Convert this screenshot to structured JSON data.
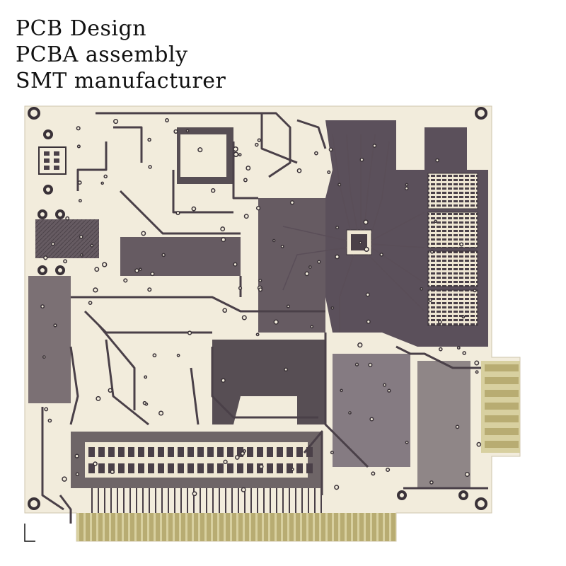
{
  "caption": {
    "line1": "PCB Design",
    "line2": "PCBA assembly",
    "line3": "SMT manufacturer"
  },
  "colors": {
    "substrate": "#f2ecdc",
    "trace": "#4a4048",
    "trace_light": "#8a7c86",
    "gold_contact": "#c9bf8a",
    "gold_edge": "#a89c62",
    "via_ring": "#3a3238",
    "text": "#111111"
  }
}
